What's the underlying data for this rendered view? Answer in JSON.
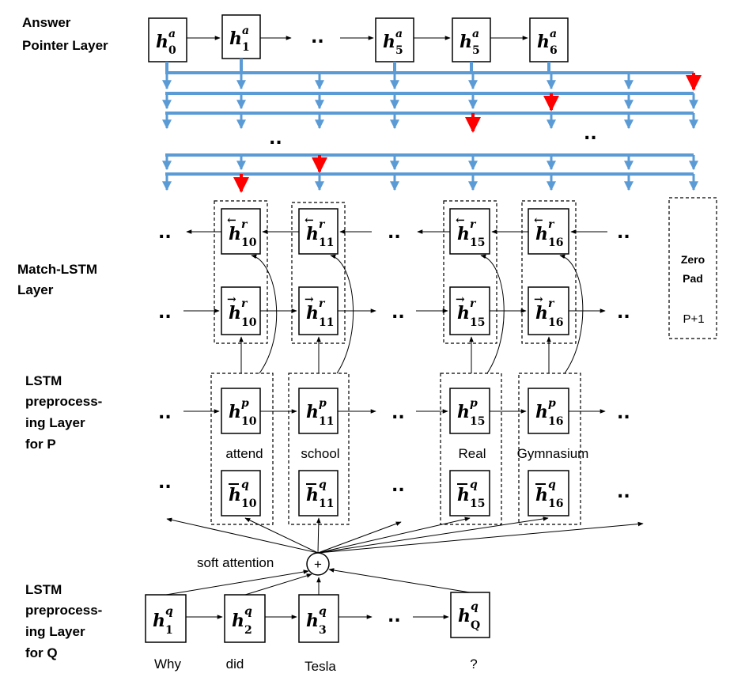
{
  "layers": {
    "answer_pointer": [
      "Answer",
      "Pointer Layer"
    ],
    "match_lstm": [
      "Match-LSTM",
      "Layer"
    ],
    "lstm_p": [
      "LSTM",
      "preprocess-",
      "ing Layer",
      "for P"
    ],
    "lstm_q": [
      "LSTM",
      "preprocess-",
      "ing Layer",
      "for Q"
    ]
  },
  "answer_nodes": [
    {
      "sup": "a",
      "sub": "0"
    },
    {
      "sup": "a",
      "sub": "1"
    },
    {
      "sup": "a",
      "sub": "5"
    },
    {
      "sup": "a",
      "sub": "5"
    },
    {
      "sup": "a",
      "sub": "6"
    }
  ],
  "backward_nodes": [
    {
      "sup": "r",
      "sub": "10"
    },
    {
      "sup": "r",
      "sub": "11"
    },
    {
      "sup": "r",
      "sub": "15"
    },
    {
      "sup": "r",
      "sub": "16"
    }
  ],
  "forward_nodes": [
    {
      "sup": "r",
      "sub": "10"
    },
    {
      "sup": "r",
      "sub": "11"
    },
    {
      "sup": "r",
      "sub": "15"
    },
    {
      "sup": "r",
      "sub": "16"
    }
  ],
  "p_nodes": [
    {
      "sup": "p",
      "sub": "10"
    },
    {
      "sup": "p",
      "sub": "11"
    },
    {
      "sup": "p",
      "sub": "15"
    },
    {
      "sup": "p",
      "sub": "16"
    }
  ],
  "qbar_nodes": [
    {
      "sup": "q",
      "sub": "10"
    },
    {
      "sup": "q",
      "sub": "11"
    },
    {
      "sup": "q",
      "sub": "15"
    },
    {
      "sup": "q",
      "sub": "16"
    }
  ],
  "q_nodes": [
    {
      "sup": "q",
      "sub": "1"
    },
    {
      "sup": "q",
      "sub": "2"
    },
    {
      "sup": "q",
      "sub": "3"
    },
    {
      "sup": "q",
      "sub": "Q"
    }
  ],
  "passage_words": [
    "attend",
    "school",
    "Real",
    "Gymnasium"
  ],
  "question_words": [
    "Why",
    "did",
    "Tesla",
    "?"
  ],
  "soft_attention": "soft attention",
  "plus_symbol": "+",
  "zero_pad": {
    "line1": "Zero",
    "line2": "Pad",
    "index": "P+1"
  },
  "ellipsis": "..",
  "colors": {
    "pointer_lines": "#5b9bd5",
    "selected_arrow": "#ff0000"
  }
}
